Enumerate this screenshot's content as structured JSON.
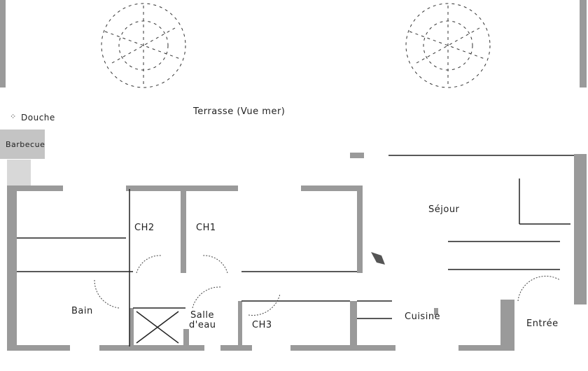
{
  "rooms": {
    "terrace": "Terrasse (Vue mer)",
    "shower": "Douche",
    "barbecue": "Barbecue",
    "bedroom2": "CH2",
    "bedroom1": "CH1",
    "living": "Séjour",
    "bath": "Bain",
    "shower_room_line1": "Salle",
    "shower_room_line2": "d'eau",
    "bedroom3": "CH3",
    "kitchen": "Cuisine",
    "entrance": "Entrée"
  },
  "colors": {
    "wall": "#9a9a9a",
    "line": "#222222",
    "background": "#ffffff"
  }
}
